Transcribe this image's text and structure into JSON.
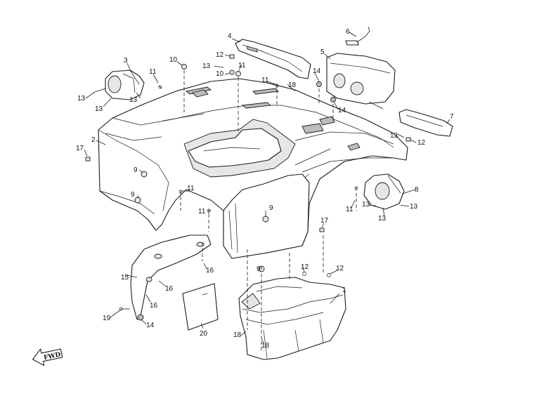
{
  "diagram": {
    "callouts": [
      {
        "id": "c1",
        "label": "1"
      },
      {
        "id": "c2",
        "label": "2"
      },
      {
        "id": "c3",
        "label": "3"
      },
      {
        "id": "c4",
        "label": "4"
      },
      {
        "id": "c5",
        "label": "5"
      },
      {
        "id": "c6",
        "label": "6"
      },
      {
        "id": "c7",
        "label": "7"
      },
      {
        "id": "c8",
        "label": "8"
      },
      {
        "id": "c9a",
        "label": "9"
      },
      {
        "id": "c9b",
        "label": "9"
      },
      {
        "id": "c9c",
        "label": "9"
      },
      {
        "id": "c9d",
        "label": "9"
      },
      {
        "id": "c10a",
        "label": "10"
      },
      {
        "id": "c10b",
        "label": "10"
      },
      {
        "id": "c11a",
        "label": "11"
      },
      {
        "id": "c11b",
        "label": "11"
      },
      {
        "id": "c11c",
        "label": "11"
      },
      {
        "id": "c11d",
        "label": "11"
      },
      {
        "id": "c11e",
        "label": "11"
      },
      {
        "id": "c11f",
        "label": "11"
      },
      {
        "id": "c12a",
        "label": "12"
      },
      {
        "id": "c12b",
        "label": "12"
      },
      {
        "id": "c12c",
        "label": "12"
      },
      {
        "id": "c12d",
        "label": "12"
      },
      {
        "id": "c13a",
        "label": "13"
      },
      {
        "id": "c13b",
        "label": "13"
      },
      {
        "id": "c13c",
        "label": "13"
      },
      {
        "id": "c13d",
        "label": "13"
      },
      {
        "id": "c13e",
        "label": "13"
      },
      {
        "id": "c13f",
        "label": "13"
      },
      {
        "id": "c13g",
        "label": "13"
      },
      {
        "id": "c13h",
        "label": "13"
      },
      {
        "id": "c14a",
        "label": "14"
      },
      {
        "id": "c14b",
        "label": "14"
      },
      {
        "id": "c14c",
        "label": "14"
      },
      {
        "id": "c15",
        "label": "15"
      },
      {
        "id": "c16a",
        "label": "16"
      },
      {
        "id": "c16b",
        "label": "16"
      },
      {
        "id": "c16c",
        "label": "16"
      },
      {
        "id": "c17a",
        "label": "17"
      },
      {
        "id": "c17b",
        "label": "17"
      },
      {
        "id": "c18a",
        "label": "18"
      },
      {
        "id": "c18b",
        "label": "18"
      },
      {
        "id": "c18c",
        "label": "18"
      },
      {
        "id": "c19",
        "label": "19"
      },
      {
        "id": "c20",
        "label": "20"
      }
    ],
    "fwd_arrow_label": "FWD"
  }
}
